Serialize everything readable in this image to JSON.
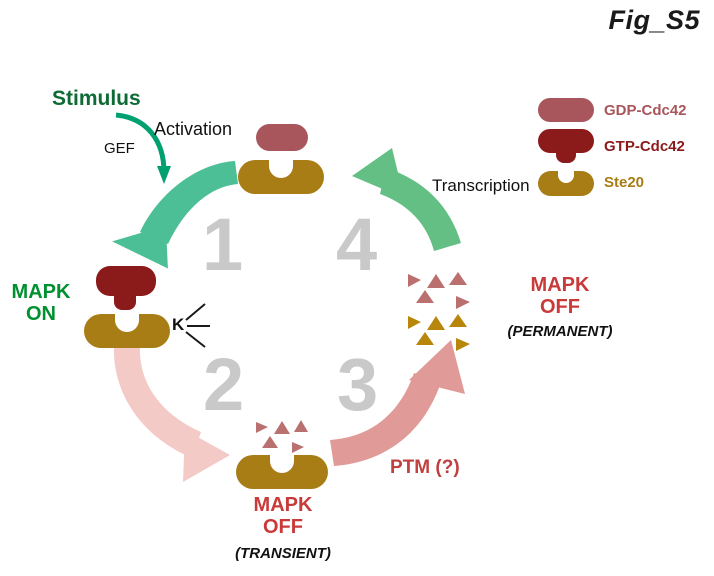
{
  "figure": {
    "title": "Fig_S5",
    "background": "#ffffff"
  },
  "colors": {
    "gdp_cdc42": "#a8565b",
    "gtp_cdc42": "#8b1a1a",
    "ste20": "#a87d16",
    "arrow_green_dark": "#00a070",
    "arrow_green_1": "#4cbf96",
    "arrow_green_4": "#63bf84",
    "arrow_pink_2": "#f3cac6",
    "arrow_pink_3": "#e09a98",
    "step_number_gray": "#c9c9c9",
    "mapk_on_green": "#00902f",
    "mapk_off_red": "#c93a3a",
    "stimulus_green": "#0e6b35",
    "ptm_red": "#c0403f"
  },
  "legend": {
    "items": [
      {
        "label": "GDP-Cdc42",
        "icon": "gdp-cdc42-shape",
        "color": "#a8565b"
      },
      {
        "label": "GTP-Cdc42",
        "icon": "gtp-cdc42-shape",
        "color": "#8b1a1a"
      },
      {
        "label": "Ste20",
        "icon": "ste20-shape",
        "color": "#a87d16"
      }
    ]
  },
  "cycle": {
    "steps": [
      {
        "number": "1",
        "arrow_label": "Activation",
        "arrow_sublabel": "GEF"
      },
      {
        "number": "2",
        "arrow_label": ""
      },
      {
        "number": "3",
        "arrow_label": "PTM (?)"
      },
      {
        "number": "4",
        "arrow_label": "Transcription"
      }
    ],
    "step_numbers": [
      "1",
      "2",
      "3",
      "4"
    ]
  },
  "labels": {
    "stimulus": "Stimulus",
    "activation": "Activation",
    "gef": "GEF",
    "transcription": "Transcription",
    "ptm": "PTM (?)",
    "kinase": "K"
  },
  "nodes": {
    "top": {
      "name": "inactive-complex",
      "parts": [
        "GDP-Cdc42",
        "Ste20"
      ]
    },
    "left": {
      "name": "active-complex",
      "status_line1": "MAPK",
      "status_line2": "ON",
      "parts": [
        "GTP-Cdc42",
        "Ste20"
      ]
    },
    "bottom": {
      "name": "transient-off-complex",
      "status_line1": "MAPK",
      "status_line2": "OFF",
      "status_sub": "(TRANSIENT)",
      "parts": [
        "Cdc42 fragments",
        "Ste20"
      ]
    },
    "right": {
      "name": "permanent-off-complex",
      "status_line1": "MAPK",
      "status_line2": "OFF",
      "status_sub": "(PERMANENT)",
      "parts": [
        "Cdc42 fragments",
        "Ste20 fragments"
      ]
    }
  }
}
